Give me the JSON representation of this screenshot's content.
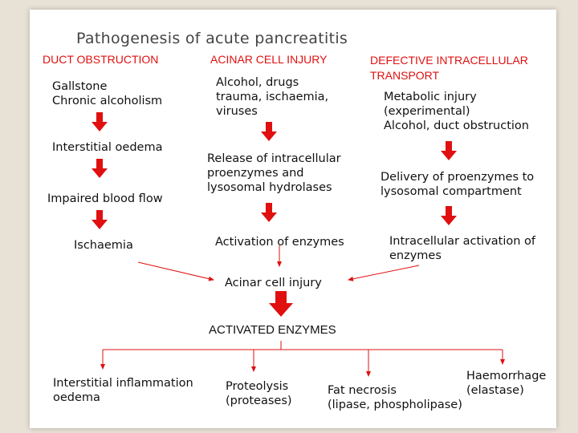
{
  "title": "Pathogenesis of acute pancreatitis",
  "columns": {
    "duct": {
      "heading": "DUCT OBSTRUCTION",
      "causes": [
        "Gallstone",
        "Chronic alcoholism"
      ],
      "step1": "Interstitial oedema",
      "step2": "Impaired blood flow",
      "step3": "Ischaemia"
    },
    "acinar": {
      "heading": "ACINAR CELL INJURY",
      "causes": [
        "Alcohol, drugs",
        "trauma, ischaemia,",
        "viruses"
      ],
      "step1": [
        "Release of intracellular",
        "proenzymes and",
        "lysosomal hydrolases"
      ],
      "step2": "Activation of enzymes"
    },
    "transport": {
      "heading": [
        "DEFECTIVE INTRACELLULAR",
        "TRANSPORT"
      ],
      "causes": [
        "Metabolic injury",
        "(experimental)",
        "Alcohol, duct obstruction"
      ],
      "step1": [
        "Delivery of proenzymes to",
        "lysosomal compartment"
      ],
      "step2": [
        "Intracellular activation of",
        "enzymes"
      ]
    }
  },
  "convergence": "Acinar cell injury",
  "activated": "ACTIVATED ENZYMES",
  "outcomes": {
    "inflammation": [
      "Interstitial inflammation",
      "oedema"
    ],
    "proteolysis": [
      "Proteolysis",
      "(proteases)"
    ],
    "fat_necrosis": [
      "Fat necrosis",
      "(lipase, phospholipase)"
    ],
    "haemorrhage": [
      "Haemorrhage",
      "(elastase)"
    ]
  },
  "colors": {
    "arrow": "#e01010",
    "heading": "#e01010",
    "background": "#e8e1d6"
  }
}
